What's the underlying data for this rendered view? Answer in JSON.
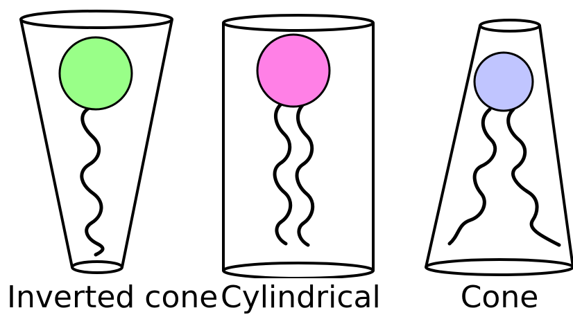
{
  "shapes": [
    {
      "id": "inverted-cone",
      "label": "Inverted cone",
      "head_color": "#99ff88",
      "tail_count": 1
    },
    {
      "id": "cylindrical",
      "label": "Cylindrical",
      "head_color": "#ff80e6",
      "tail_count": 2
    },
    {
      "id": "cone",
      "label": "Cone",
      "head_color": "#c0c5ff",
      "tail_count": 2
    }
  ]
}
